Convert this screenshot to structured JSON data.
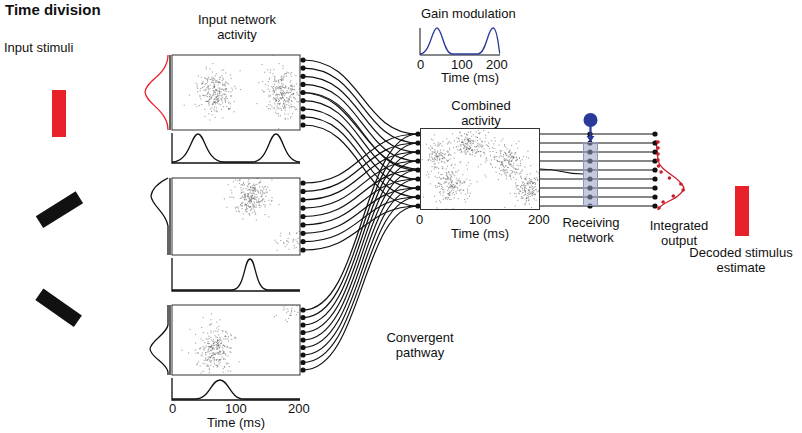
{
  "diagram": {
    "title": "Time division",
    "nodes": [
      {
        "text": [
          "Input network activity"
        ]
      },
      {
        "text": [
          "Combined activity"
        ]
      },
      {
        "text": [
          "Gain modulation"
        ]
      },
      {
        "text": [
          "Receiving network"
        ]
      }
    ],
    "edges": [
      {
        "from": 0,
        "to": 1,
        "arrow": "none"
      },
      {
        "from": 1,
        "to": 3,
        "arrow": "none"
      },
      {
        "from": 2,
        "to": 3,
        "arrow": "to"
      }
    ],
    "labels": [
      "Input stimuli",
      "0",
      "100",
      "200",
      "Time (ms)",
      "0",
      "100",
      "200",
      "Time (ms)",
      "Convergent pathway",
      "0",
      "100",
      "200",
      "Time (ms)",
      "Integrated output",
      "Decoded stimulus estimate"
    ]
  }
}
